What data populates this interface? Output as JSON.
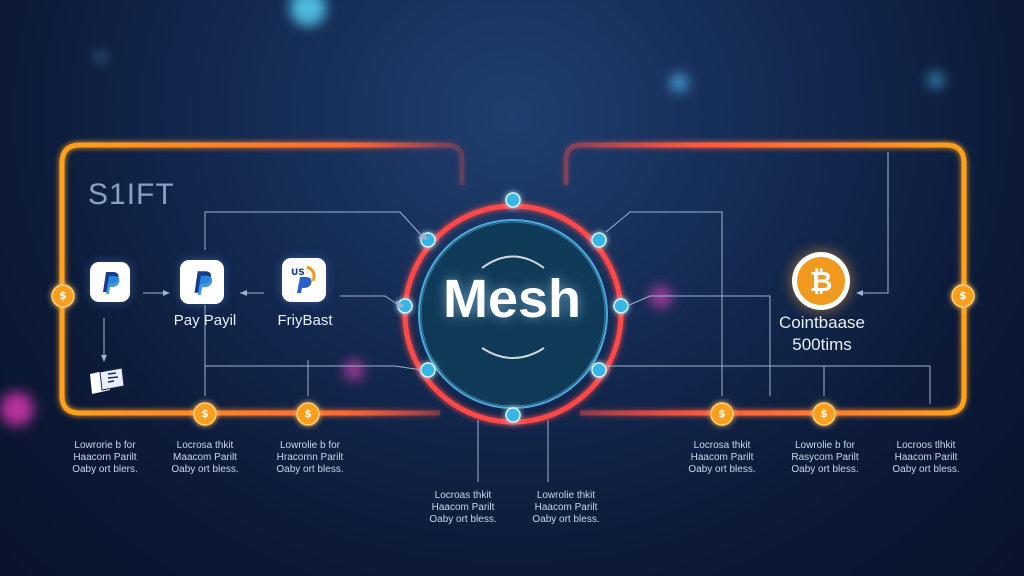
{
  "diagram": {
    "title": "S1IFT",
    "center_label": "Mesh",
    "left_nodes": [
      {
        "icon": "paypal-icon",
        "label": ""
      },
      {
        "icon": "paypal-icon",
        "label": "Pay Payil"
      },
      {
        "icon": "fribybast-icon",
        "label": "FriyBast"
      }
    ],
    "document_icon": "document-icon",
    "right_node": {
      "icon": "bitcoin-icon",
      "glyph": "₿",
      "label_line1": "Cointbaase",
      "label_line2": "500tims"
    },
    "badges": {
      "left_edge": "$",
      "left_bottom_1": "$",
      "left_bottom_2": "$",
      "right_edge": "$",
      "right_bottom_1": "$",
      "right_bottom_2": "$"
    },
    "captions": [
      {
        "line1": "Lowrorie b for",
        "line2": "Haacorn Parilt",
        "line3": "Oaby ort blers."
      },
      {
        "line1": "Locrosa thkit",
        "line2": "Maacom Parilt",
        "line3": "Oaby ort bless."
      },
      {
        "line1": "Lowrolie b for",
        "line2": "Hracornn Parilt",
        "line3": "Oaby ort bless."
      },
      {
        "line1": "Locroas thkit",
        "line2": "Haacom Parilt",
        "line3": "Oaby ort bless."
      },
      {
        "line1": "Lowrolie thkit",
        "line2": "Haacom Parilt",
        "line3": "Oaby ort bless."
      },
      {
        "line1": "Locrosa thkit",
        "line2": "Haacom Parilt",
        "line3": "Oaby ort bless."
      },
      {
        "line1": "Lowrolie b for",
        "line2": "Rasycom Parilt",
        "line3": "Oaby ort bless."
      },
      {
        "line1": "Locroos tlhkit",
        "line2": "Haacom Parilt",
        "line3": "Oaby ort bless."
      }
    ],
    "colors": {
      "frame_orange": "#ff9a1f",
      "frame_red": "#ff4a4a",
      "ring_blue": "#4fb3e8",
      "connector": "#9fb2cc",
      "background": "#0f2146"
    }
  }
}
